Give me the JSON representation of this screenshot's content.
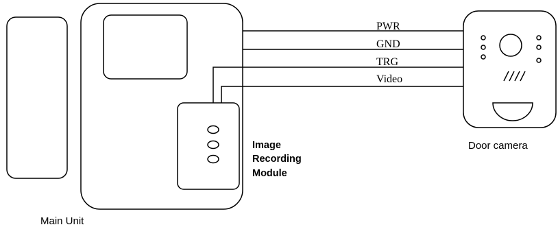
{
  "labels": {
    "main_unit": "Main Unit",
    "door_camera": "Door camera",
    "module_line1": "Image",
    "module_line2": "Recording",
    "module_line3": "Module"
  },
  "wires": {
    "pwr": "PWR",
    "gnd": "GND",
    "trg": "TRG",
    "video": "Video"
  },
  "colors": {
    "stroke": "#000000",
    "background": "#ffffff"
  }
}
